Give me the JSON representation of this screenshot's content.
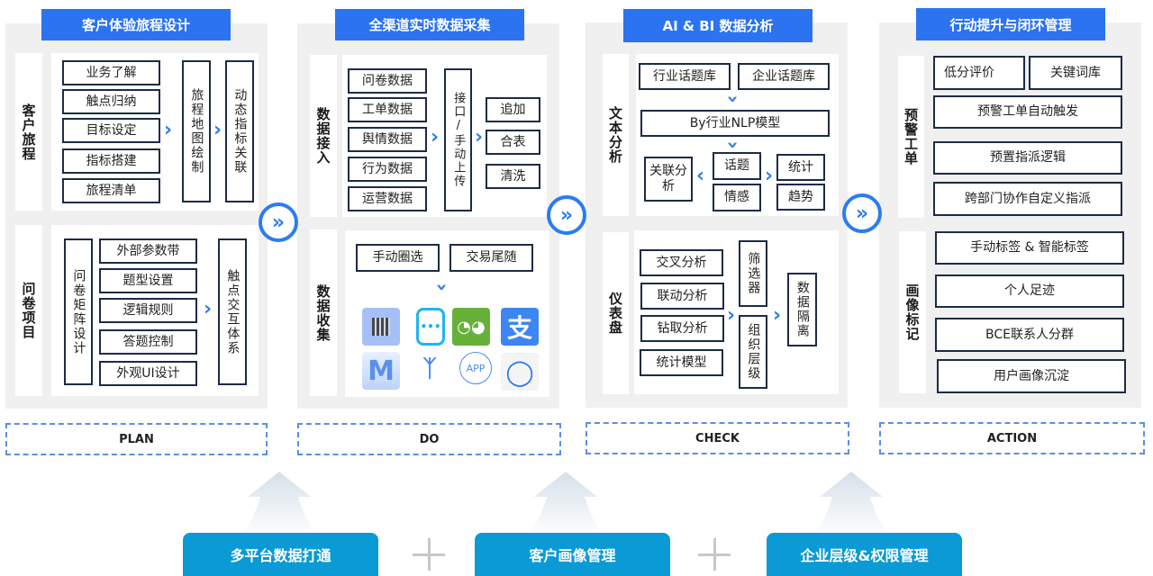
{
  "plan": {
    "title": "客户体验旅程设计",
    "footer": "PLAN",
    "section1": {
      "label": "客户旅程",
      "items": [
        "业务了解",
        "触点归纳",
        "目标设定",
        "指标搭建",
        "旅程清单"
      ],
      "step2": "旅程地图绘制",
      "step3": "动态指标关联"
    },
    "section2": {
      "label": "问卷项目",
      "step1": "问卷矩阵设计",
      "items": [
        "外部参数带",
        "题型设置",
        "逻辑规则",
        "答题控制",
        "外观UI设计"
      ],
      "step3": "触点交互体系"
    }
  },
  "do": {
    "title": "全渠道实时数据采集",
    "footer": "DO",
    "section1": {
      "label": "数据接入",
      "items": [
        "问卷数据",
        "工单数据",
        "舆情数据",
        "行为数据",
        "运营数据"
      ],
      "step2": "接口/手动上传",
      "ops": [
        "追加",
        "合表",
        "清洗"
      ]
    },
    "section2": {
      "label": "数据收集",
      "buttons": [
        "手动圈选",
        "交易尾随"
      ],
      "icons": [
        "qr-code",
        "sms-chat",
        "wechat",
        "alipay",
        "email",
        "dingtalk",
        "app",
        "wecom"
      ],
      "app_label": "APP"
    }
  },
  "check": {
    "title": "AI & BI 数据分析",
    "footer": "CHECK",
    "section1": {
      "label": "文本分析",
      "libs": [
        "行业话题库",
        "企业话题库"
      ],
      "model": "By行业NLP模型",
      "assoc": "关联分析",
      "mid": [
        "话题",
        "情感"
      ],
      "right": [
        "统计",
        "趋势"
      ]
    },
    "section2": {
      "label": "仪表盘",
      "items": [
        "交叉分析",
        "联动分析",
        "钻取分析",
        "统计模型"
      ],
      "filter": "筛选器",
      "org": "组织层级",
      "isolation": "数据隔离"
    }
  },
  "action": {
    "title": "行动提升与闭环管理",
    "footer": "ACTION",
    "section1": {
      "label": "预警工单",
      "top": [
        "低分评价",
        "关键词库"
      ],
      "items": [
        "预警工单自动触发",
        "预置指派逻辑",
        "跨部门协作自定义指派"
      ]
    },
    "section2": {
      "label": "画像标记",
      "items": [
        "手动标签 & 智能标签",
        "个人足迹",
        "BCE联系人分群",
        "用户画像沉淀"
      ]
    }
  },
  "connector_symbol": "»",
  "bottom": {
    "pills": [
      "多平台数据打通",
      "客户画像管理",
      "企业层级&权限管理"
    ]
  }
}
